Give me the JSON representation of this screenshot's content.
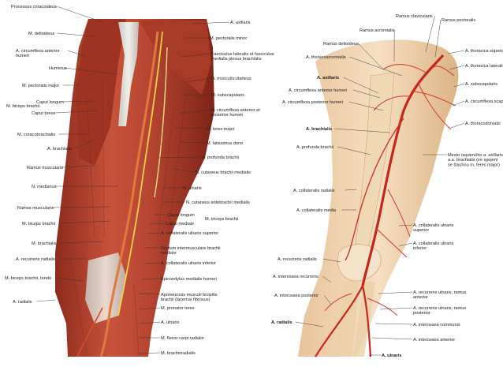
{
  "figures": [
    {
      "labels": [
        {
          "t": "Processus coracoideus",
          "b": false
        },
        {
          "t": "M. deltoideus",
          "b": false
        },
        {
          "t": "A. circumflexa anterior humeri",
          "b": false
        },
        {
          "t": "Humerus",
          "b": false
        },
        {
          "t": "M. pectoralis major",
          "b": false
        },
        {
          "t": "M. biceps brachii",
          "b": false
        },
        {
          "t": "Caput longum",
          "b": false
        },
        {
          "t": "Caput breve",
          "b": false
        },
        {
          "t": "M. coracobrachialis",
          "b": false
        },
        {
          "t": "A. brachialis",
          "b": false
        },
        {
          "t": "Ramus muscularis",
          "b": false
        },
        {
          "t": "N. medianus",
          "b": false
        },
        {
          "t": "Ramus muscularis",
          "b": false
        },
        {
          "t": "M. biceps brachii",
          "b": false
        },
        {
          "t": "M. brachialis",
          "b": false
        },
        {
          "t": "A. recurrens radialis",
          "b": false
        },
        {
          "t": "M. biceps brachii, tendo",
          "b": false
        },
        {
          "t": "A. radialis",
          "b": false
        },
        {
          "t": "A. axillaris",
          "b": false
        },
        {
          "t": "M. pectoralis minor",
          "b": false
        },
        {
          "t": "Fasciculus lateralis et fasciculus medialis plexus brachialis",
          "b": false
        },
        {
          "t": "N. musculocutaneus",
          "b": false
        },
        {
          "t": "M. subscapularis",
          "b": false
        },
        {
          "t": "A. circumflexa anterior et posterior humeri",
          "b": false
        },
        {
          "t": "M. teres major",
          "b": false
        },
        {
          "t": "M. latissimus dorsi",
          "b": false
        },
        {
          "t": "A. profunda brachii",
          "b": false
        },
        {
          "t": "N. cutaneus brachii medialis",
          "b": false
        },
        {
          "t": "N. ulnaris",
          "b": false
        },
        {
          "t": "N. cutaneus antebrachii medialis",
          "b": false
        },
        {
          "t": "Caput longum",
          "b": false
        },
        {
          "t": "Caput mediale",
          "b": false
        },
        {
          "t": "M. triceps brachii",
          "b": false
        },
        {
          "t": "A. collateralis ulnaris superior",
          "b": false
        },
        {
          "t": "Septum intermusculare brachii mediale",
          "b": false
        },
        {
          "t": "A. collateralis ulnaris inferior",
          "b": false
        },
        {
          "t": "Epicondylus medialis humeri",
          "b": false
        },
        {
          "t": "Aponeurosis musculi bicipitis brachii (lacertus fibrosus)",
          "b": false
        },
        {
          "t": "M. pronator teres",
          "b": false
        },
        {
          "t": "A. ulnaris",
          "b": false
        },
        {
          "t": "M. flexor carpi radialis",
          "b": false
        },
        {
          "t": "M. brachioradialis",
          "b": false
        }
      ]
    },
    {
      "labels": [
        {
          "t": "Ramus clavicularis",
          "b": false
        },
        {
          "t": "Ramus pectoralis",
          "b": false
        },
        {
          "t": "Ramus acromialis",
          "b": false
        },
        {
          "t": "Ramus deltoideus",
          "b": false
        },
        {
          "t": "A. thoracoacromialis",
          "b": false
        },
        {
          "t": "A. axillaris",
          "b": true
        },
        {
          "t": "A. circumflexa anterior humeri",
          "b": false
        },
        {
          "t": "A. circumflexa posterior humeri",
          "b": false
        },
        {
          "t": "A. brachialis",
          "b": true
        },
        {
          "t": "A. profunda brachii",
          "b": false
        },
        {
          "t": "A. collateralis radialis",
          "b": false
        },
        {
          "t": "A. collateralis media",
          "b": false
        },
        {
          "t": "A. recurrens radialis",
          "b": false
        },
        {
          "t": "A. interossea recurrens",
          "b": false
        },
        {
          "t": "A. interossea posterior",
          "b": false
        },
        {
          "t": "A. radialis",
          "b": true
        },
        {
          "t": "A. thoracica superior",
          "b": false
        },
        {
          "t": "A. thoracica lateralis",
          "b": false
        },
        {
          "t": "A. subscapularis",
          "b": false
        },
        {
          "t": "A. circumflexa scapulae",
          "b": false
        },
        {
          "t": "A. thoracodorsalis",
          "b": false
        },
        {
          "t": "Mesto nepárného a. axillaris a a. brachialis (ve spojení se šlachou m. teres major)",
          "b": false
        },
        {
          "t": "A. collateralis ulnaris superior",
          "b": false
        },
        {
          "t": "A. collateralis ulnaris inferior",
          "b": false
        },
        {
          "t": "A. recurrens ulnaris, ramus anterior",
          "b": false
        },
        {
          "t": "A. recurrens ulnaris, ramus posterior",
          "b": false
        },
        {
          "t": "A. interossea communis",
          "b": false
        },
        {
          "t": "A. interossea anterior",
          "b": false
        },
        {
          "t": "A. ulnaris",
          "b": true
        }
      ]
    }
  ]
}
